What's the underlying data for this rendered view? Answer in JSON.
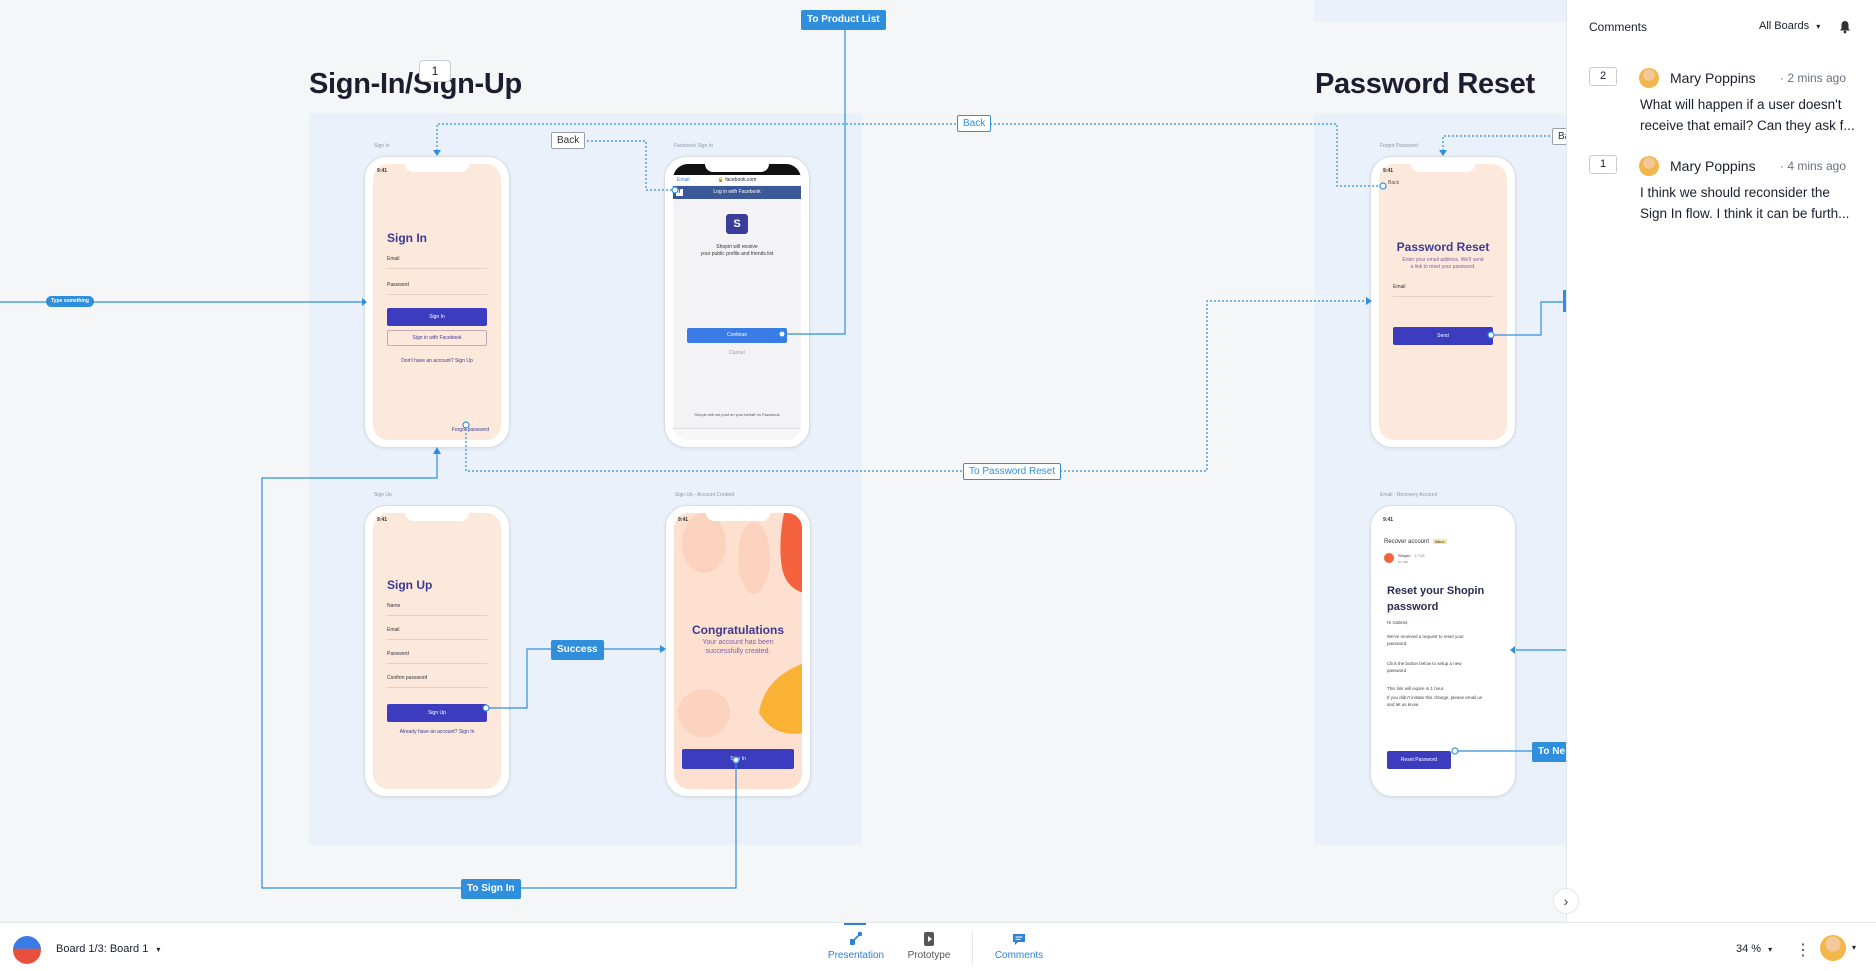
{
  "canvas": {
    "sections": {
      "signin_title": "Sign-In/Sign-Up",
      "reset_title": "Password Reset"
    },
    "screen_labels": {
      "sign_in": "Sign In",
      "facebook_sign_in": "Facebook Sign In",
      "sign_up": "Sign Up",
      "sign_up_account_created": "Sign Up - Account Created",
      "forgot_password": "Forgot Password",
      "email_recovery": "Email - Recovery Account"
    },
    "sign_in_screen": {
      "time": "9:41",
      "title": "Sign In",
      "email": "Email",
      "password": "Password",
      "sign_in_button": "Sign In",
      "facebook_button": "Sign in with Facebook",
      "no_account": "Don't have an account?  Sign Up",
      "forgot": "Forgot password"
    },
    "facebook_screen": {
      "time": "9:41",
      "url": "facebook.com",
      "email_link": "Email",
      "header": "Log in with Facebook",
      "logo_letter": "S",
      "line1": "Shopin will receive",
      "line2": "your public profile and friends list",
      "continue": "Continue",
      "cancel": "Cancel",
      "footer": "Shopin will not post on your behalf on Facebook"
    },
    "sign_up_screen": {
      "time": "9:41",
      "title": "Sign Up",
      "name": "Name",
      "email": "Email",
      "password": "Password",
      "confirm": "Confirm password",
      "button": "Sign Up",
      "have_account": "Already have an account? Sign In"
    },
    "congrats_screen": {
      "time": "9:41",
      "title": "Congratulations",
      "line1": "Your account has been",
      "line2": "successfully created.",
      "button": "Sign In"
    },
    "reset_screen": {
      "time": "9:41",
      "back": "Back",
      "title": "Password Reset",
      "line1": "Enter your email address. We'll send",
      "line2": "a link to reset your password.",
      "email": "Email",
      "button": "Send"
    },
    "email_screen": {
      "time": "9:41",
      "subject": "Recover account",
      "tag": "Inbox",
      "sender": "Shopin",
      "sender_time": "17:08",
      "to": "to me",
      "heading": "Reset your Shopin password",
      "greet": "Hi Gabriel,",
      "p1": "We've received a request to reset your password.",
      "p2": "Click the button below to setup a new password",
      "p3": "This link will expire in 1 hour.",
      "p4": "If you didn't initiate this change, please email us and let us know.",
      "button": "Reset Password"
    },
    "links": {
      "to_product_list": "To Product List",
      "back_1": "Back",
      "back_2": "Back",
      "back_3": "Ba",
      "type_something": "Type something",
      "to_password_reset": "To Password Reset",
      "success": "Success",
      "to_sign_in": "To Sign In",
      "to_new": "To Ne"
    },
    "comment_pin": "1"
  },
  "comments_panel": {
    "title": "Comments",
    "filter": "All Boards",
    "icons": {
      "filter": "chevron-down-icon",
      "bell": "bell-icon"
    },
    "comments": [
      {
        "count": "2",
        "author": "Mary Poppins",
        "time": "· 2 mins ago",
        "text": "What will happen if a user doesn't receive that email? Can they ask f..."
      },
      {
        "count": "1",
        "author": "Mary Poppins",
        "time": "· 4 mins ago",
        "text": "I think we should reconsider the Sign In flow. I think it can be furth..."
      }
    ],
    "collapse_icon": "›"
  },
  "bottom_bar": {
    "board": "Board 1/3: Board 1",
    "tabs": [
      {
        "label": "Presentation",
        "icon": "presentation-icon"
      },
      {
        "label": "Prototype",
        "icon": "prototype-icon"
      },
      {
        "label": "Comments",
        "icon": "comments-icon"
      }
    ],
    "zoom": "34 %",
    "kebab": "⋮"
  },
  "colors": {
    "accent": "#2f8fdd",
    "primary_button": "#3c3cbf",
    "screen_bg": "#fde8dc",
    "board_bg": "#eaf1fb"
  }
}
